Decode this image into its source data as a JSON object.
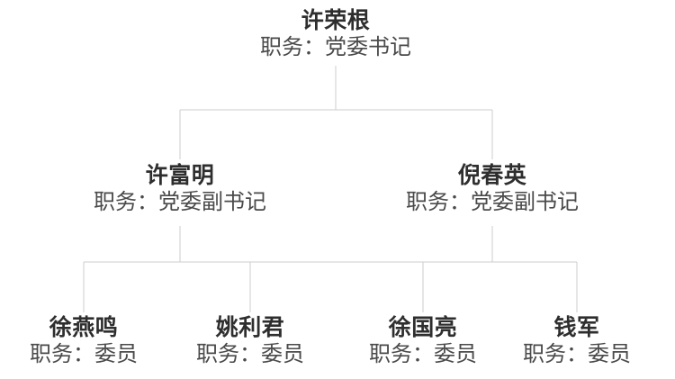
{
  "theme": {
    "line_color": "#cccccc",
    "name_color": "#2e2e2e",
    "title_color": "#4a4a4a",
    "bg_color": "#ffffff"
  },
  "org_tree": {
    "name": "许荣根",
    "title": "职务：党委书记",
    "children": [
      {
        "name": "许富明",
        "title": "职务：党委副书记",
        "children": [
          {
            "name": "徐燕鸣",
            "title": "职务：委员"
          },
          {
            "name": "姚利君",
            "title": "职务：委员"
          }
        ]
      },
      {
        "name": "倪春英",
        "title": "职务：党委副书记",
        "children": [
          {
            "name": "徐国亮",
            "title": "职务：委员"
          },
          {
            "name": "钱军",
            "title": "职务：委员"
          }
        ]
      }
    ]
  }
}
